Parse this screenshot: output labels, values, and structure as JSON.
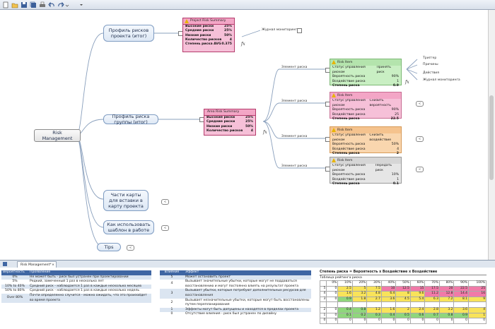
{
  "colors": {
    "accent": "#3f66a3",
    "summary_pink": "#f6c0d8",
    "risk_green": "#c9efc3",
    "risk_pink": "#f6c0d8",
    "risk_orange": "#f9d6ae",
    "risk_gray": "#e6e6e6"
  },
  "toolbar": {
    "icons": [
      "new-file-icon",
      "open-folder-icon",
      "save-icon",
      "save-all-icon",
      "print-icon",
      "undo-icon",
      "redo-icon",
      "redo-dropdown-icon",
      "customize-icon"
    ]
  },
  "map": {
    "root": "Risk Management",
    "project_profile": "Профиль рисков проекта (итог)",
    "group_profile": "Профиль риска группы (итог)",
    "map_parts": "Части карты для вставки в карту проекта",
    "how_to": "Как использовать шаблон в работе",
    "tips": "Tips",
    "monitoring_journal": "Журнал мониторинга",
    "risk_element": "Элемент риска",
    "trigger": "Триггер",
    "causes": "Причины",
    "actions": "Действия",
    "monitor_journal_2": "Журнал мониторинга",
    "fx": "fx",
    "collapse": "<",
    "project_summary": {
      "title": "Project Risk Summary",
      "rows": [
        [
          "Высокие риски",
          "25%"
        ],
        [
          "Средние риски",
          "25%"
        ],
        [
          "Низкие риски",
          "50%"
        ],
        [
          "Количество рисков",
          "4"
        ],
        [
          "Степень риска AVG",
          "0.375"
        ]
      ]
    },
    "area_summary": {
      "title": "Area Risk Summary",
      "rows": [
        [
          "Высокие риски",
          "25%"
        ],
        [
          "Средние риски",
          "25%"
        ],
        [
          "Низкие риски",
          "50%"
        ],
        [
          "Количество рисков",
          "4"
        ]
      ]
    },
    "risk_items": [
      {
        "title": "Risk Item",
        "status_label": "Статус управления риском",
        "status": "Принять риск",
        "prob_label": "Вероятность риска",
        "prob": "90%",
        "impact_label": "Воздействие риска",
        "impact": "1",
        "degree_label": "Степень риска",
        "degree": "0.9"
      },
      {
        "title": "Risk Item",
        "status_label": "Статус управления риском",
        "status": "Снизить вероятность",
        "prob_label": "Вероятность риска",
        "prob": "90%",
        "impact_label": "Воздействие риска",
        "impact": "25",
        "degree_label": "Степень риска",
        "degree": "22.5"
      },
      {
        "title": "Risk Item",
        "status_label": "Статус управления риском",
        "status": "Снизить воздействие",
        "prob_label": "Вероятность риска",
        "prob": "50%",
        "impact_label": "Воздействие риска",
        "impact": "4",
        "degree_label": "Степень риска",
        "degree": "2"
      },
      {
        "title": "Risk Item",
        "status_label": "Статус управления риском",
        "status": "Передать риск",
        "prob_label": "Вероятность риска",
        "prob": "10%",
        "impact_label": "Воздействие риска",
        "impact": "1",
        "degree_label": "Степень риска",
        "degree": "0.1"
      }
    ]
  },
  "tab": {
    "label": "Risk Management*",
    "close": "×"
  },
  "probability_table": {
    "headers": [
      "Вероятность",
      "Проявление"
    ],
    "rows": [
      [
        "0%",
        "Не может быть - риск был устранен при проектировании"
      ],
      [
        "5%",
        "Редкий, замеченный 1 раз в несколько лет"
      ],
      [
        "10% to 40%",
        "Средний риск - наблюдается 1 раз в каждые несколько месяцев"
      ],
      [
        "50% to 80%",
        "Средний риск - наблюдается 1 раз в каждые несколько недель"
      ],
      [
        "Over 80%",
        "Почти определенно случится - можно ожидать, что это произойдет во время проекта"
      ]
    ]
  },
  "impact_table": {
    "headers": [
      "Влияние",
      "Эффект"
    ],
    "rows": [
      [
        "5",
        "Может остановить проект"
      ],
      [
        "4",
        "Вызывает значительные убытки, которые могут не поддаваться восстановлению и могут постоянно влиять на результат проекта"
      ],
      [
        "3",
        "Вызывает убытки, которые потребуют дополнительных ресурсов для восстановления"
      ],
      [
        "2",
        "Вызывает незначительные убытки, которые могут быть восстановлены путем перепланирования"
      ],
      [
        "1",
        "Эффекты могут быть допущены и находятся в пределах проекта"
      ],
      [
        "0",
        "Отсутствие влияния - риск был устранен по дизайну"
      ]
    ]
  },
  "matrix": {
    "title": "Степень риска = Вероятность x Воздействие x Воздействие",
    "subtitle": "Таблица рейтинга риска",
    "cols": [
      "0%",
      "10%",
      "20%",
      "30%",
      "40%",
      "50%",
      "60%",
      "70%",
      "80%",
      "90%",
      "100%"
    ],
    "rows": [
      [
        "5",
        "0",
        "2.5",
        "5",
        "7.5",
        "10",
        "12.5",
        "15",
        "17.5",
        "20",
        "22.5",
        "25"
      ],
      [
        "4",
        "0",
        "1.6",
        "3.2",
        "4.8",
        "6.4",
        "8",
        "9.6",
        "11.2",
        "12.8",
        "14.4",
        "16"
      ],
      [
        "3",
        "0",
        "0.9",
        "1.8",
        "2.7",
        "3.6",
        "4.5",
        "5.4",
        "6.3",
        "7.2",
        "8.1",
        "9"
      ],
      [
        "",
        "",
        "",
        "",
        "",
        "",
        "",
        "",
        "",
        "",
        "",
        ""
      ],
      [
        "2",
        "0",
        "0.4",
        "0.8",
        "1.2",
        "1.6",
        "2",
        "2.4",
        "2.8",
        "3.2",
        "3.6",
        "4"
      ],
      [
        "1",
        "0",
        "0.1",
        "0.2",
        "0.3",
        "0.4",
        "0.5",
        "0.6",
        "0.7",
        "0.8",
        "0.9",
        "1"
      ],
      [
        "0",
        "0",
        "0",
        "0",
        "0",
        "0",
        "0",
        "0",
        "0",
        "0",
        "0",
        "0"
      ]
    ]
  }
}
